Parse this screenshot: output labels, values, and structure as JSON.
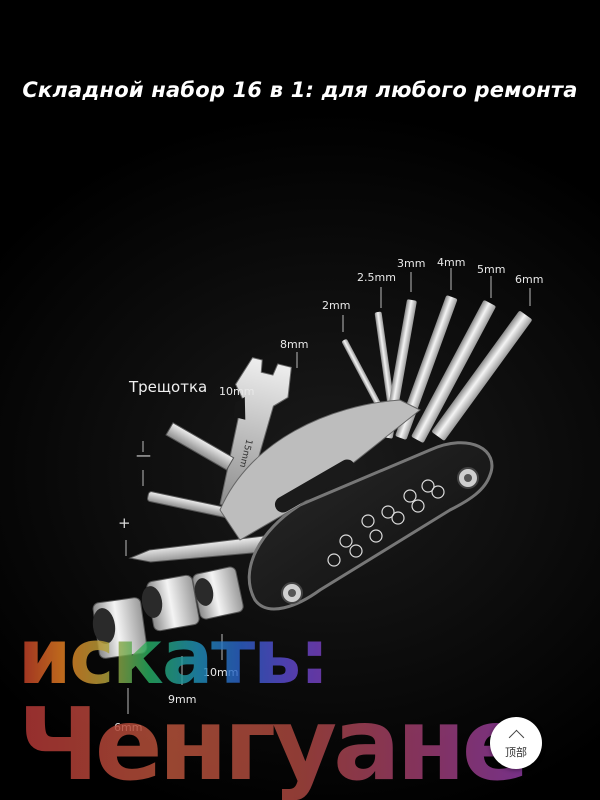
{
  "headline": "Складной набор 16 в 1: для любого ремонта",
  "labels": {
    "hex_2": "2mm",
    "hex_2_5": "2.5mm",
    "hex_3": "3mm",
    "hex_4": "4mm",
    "hex_5": "5mm",
    "hex_6": "6mm",
    "wrench_8": "8mm",
    "wrench_10": "10mm",
    "ratchet": "Трещотка",
    "flat_sign": "—",
    "phillips_sign": "+",
    "socket_10": "10mm",
    "socket_9": "9mm",
    "socket_8": "6mm"
  },
  "watermark": {
    "line1": "искать:",
    "line2": "Ченгуане"
  },
  "back_to_top": {
    "label": "顶部",
    "icon": "chevron-up-icon"
  },
  "colors": {
    "background": "#000000",
    "text": "#ffffff",
    "metal": "#d8d8d8"
  }
}
